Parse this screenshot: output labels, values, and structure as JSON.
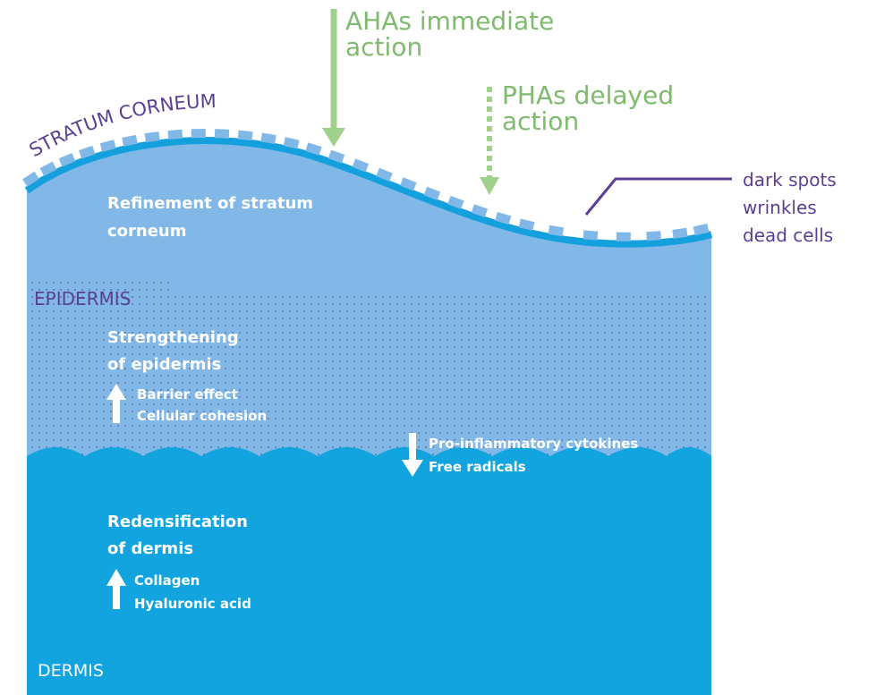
{
  "colors": {
    "skin_light": "#82b8e8",
    "skin_dark": "#12a4de",
    "layer_line": "#14a0dc",
    "corneum_squares": "#82b8e8",
    "dots": "#5d77a8",
    "green_arrow": "#9fd08c",
    "green_text": "#7fba6e",
    "purple": "#5b3f92",
    "white": "#ffffff"
  },
  "layers": {
    "stratum_corneum": "STRATUM CORNEUM",
    "epidermis": "EPIDERMIS",
    "dermis": "DERMIS"
  },
  "actions": {
    "aha_line1": "AHAs immediate",
    "aha_line2": "action",
    "pha_line1": "PHAs delayed",
    "pha_line2": "action"
  },
  "callout": {
    "items": [
      "dark spots",
      "wrinkles",
      "dead cells"
    ]
  },
  "refinement": {
    "line1": "Refinement of stratum",
    "line2": "corneum"
  },
  "strengthening": {
    "line1": "Strengthening",
    "line2": "of epidermis",
    "item1": "Barrier effect",
    "item2": "Cellular cohesion"
  },
  "inflammation": {
    "item1": "Pro-inflammatory cytokines",
    "item2": "Free radicals"
  },
  "redensification": {
    "line1": "Redensification",
    "line2": "of dermis",
    "item1": "Collagen",
    "item2": "Hyaluronic acid"
  }
}
